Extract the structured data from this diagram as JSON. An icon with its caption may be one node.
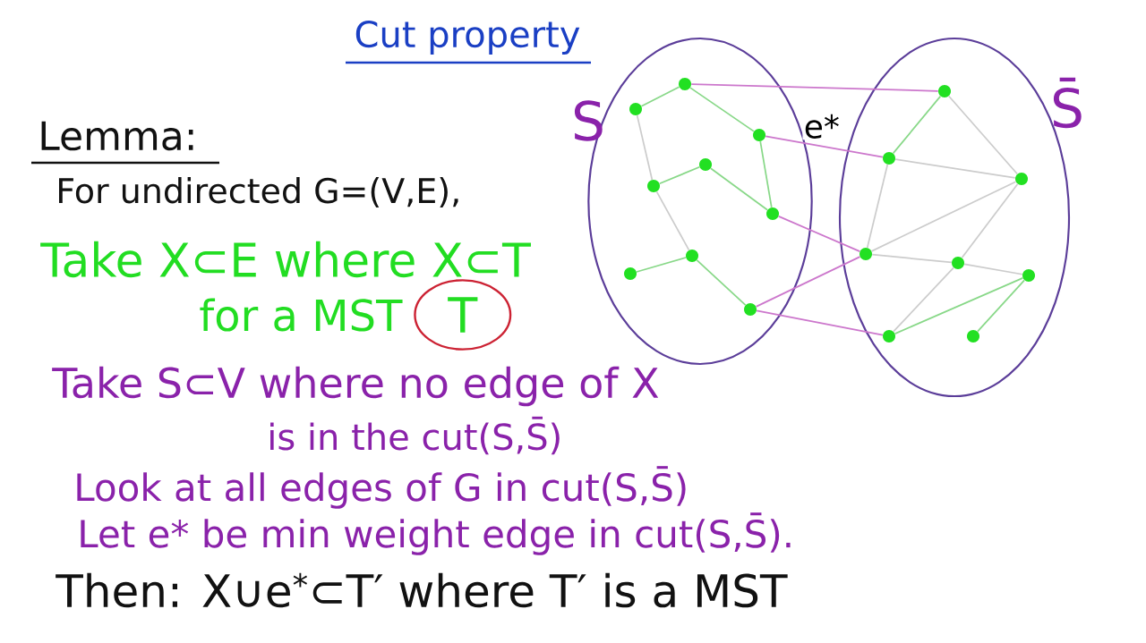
{
  "diagram": {
    "title": "Cut property",
    "nodes": [
      {
        "text": [],
        "shape": "ellipse",
        "beside": [
          "S"
        ]
      },
      {
        "text": [],
        "shape": "circle",
        "in": 0
      },
      {
        "text": [],
        "shape": "circle",
        "in": 0
      },
      {
        "text": [],
        "shape": "circle",
        "in": 0
      },
      {
        "text": [],
        "shape": "circle",
        "in": 0
      },
      {
        "text": [],
        "shape": "circle",
        "in": 0
      },
      {
        "text": [],
        "shape": "circle",
        "in": 0
      },
      {
        "text": [],
        "shape": "circle",
        "in": 0
      },
      {
        "text": [],
        "shape": "circle",
        "in": 0
      },
      {
        "text": [],
        "shape": "circle",
        "in": 0
      },
      {
        "text": [],
        "shape": "ellipse",
        "beside": [
          "S̄"
        ]
      },
      {
        "text": [],
        "shape": "circle",
        "in": 10
      },
      {
        "text": [],
        "shape": "circle",
        "in": 10
      },
      {
        "text": [],
        "shape": "circle",
        "in": 10
      },
      {
        "text": [],
        "shape": "circle",
        "in": 10
      },
      {
        "text": [],
        "shape": "circle",
        "in": 10
      },
      {
        "text": [],
        "shape": "circle",
        "in": 10
      },
      {
        "text": [],
        "shape": "circle",
        "in": 10
      },
      {
        "text": [],
        "shape": "circle",
        "in": 10
      }
    ],
    "edges": [
      {
        "from": 2,
        "to": 1,
        "arrow": "none",
        "color": "#88d888"
      },
      {
        "from": 1,
        "to": 3,
        "arrow": "none",
        "color": "#88d888"
      },
      {
        "from": 5,
        "to": 4,
        "arrow": "none",
        "color": "#88d888"
      },
      {
        "from": 4,
        "to": 6,
        "arrow": "none",
        "color": "#88d888"
      },
      {
        "from": 3,
        "to": 6,
        "arrow": "none",
        "color": "#88d888"
      },
      {
        "from": 8,
        "to": 7,
        "arrow": "none",
        "color": "#88d888"
      },
      {
        "from": 7,
        "to": 9,
        "arrow": "none",
        "color": "#88d888"
      },
      {
        "from": 11,
        "to": 12,
        "arrow": "none",
        "color": "#88d888"
      },
      {
        "from": 17,
        "to": 16,
        "arrow": "none",
        "color": "#88d888"
      },
      {
        "from": 18,
        "to": 16,
        "arrow": "none",
        "color": "#88d888"
      },
      {
        "from": 2,
        "to": 5,
        "arrow": "none"
      },
      {
        "from": 5,
        "to": 7,
        "arrow": "none"
      },
      {
        "from": 11,
        "to": 13,
        "arrow": "none"
      },
      {
        "from": 12,
        "to": 13,
        "arrow": "none"
      },
      {
        "from": 12,
        "to": 14,
        "arrow": "none"
      },
      {
        "from": 14,
        "to": 13,
        "arrow": "none"
      },
      {
        "from": 13,
        "to": 15,
        "arrow": "none"
      },
      {
        "from": 14,
        "to": 15,
        "arrow": "none"
      },
      {
        "from": 15,
        "to": 16,
        "arrow": "none"
      },
      {
        "from": 15,
        "to": 17,
        "arrow": "none"
      },
      {
        "from": 1,
        "to": 11,
        "arrow": "none",
        "color": "#cc77cc"
      },
      {
        "from": 3,
        "to": 12,
        "arrow": "none",
        "color": "#cc77cc",
        "label": "e*"
      },
      {
        "from": 6,
        "to": 14,
        "arrow": "none",
        "color": "#cc77cc"
      },
      {
        "from": 9,
        "to": 14,
        "arrow": "none",
        "color": "#cc77cc"
      },
      {
        "from": 9,
        "to": 17,
        "arrow": "none",
        "color": "#cc77cc"
      }
    ],
    "labels": [
      "Lemma:",
      "For undirected G=(V,E),",
      "Take X⊂E where X⊂T",
      "for a MST",
      "T",
      "Take S⊂V where no edge of X",
      "is in the cut(S,S̄)",
      "Look at all edges of G in cut(S,S̄)",
      "Let e* be min weight edge in cut(S,S̄).",
      "Then: X∪e$^{*}$⊂T′ where T′ is a MST"
    ]
  }
}
